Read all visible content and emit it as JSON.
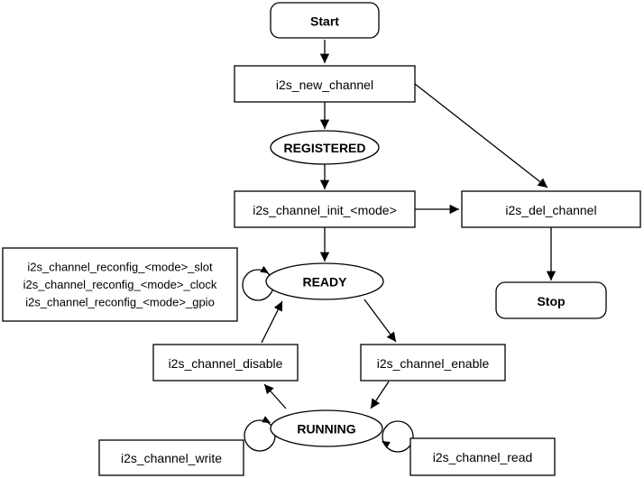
{
  "colors": {
    "state_text": "#0d64ce",
    "line": "#000000",
    "node_fill": "#ffffff"
  },
  "nodes": {
    "start": "Start",
    "new_channel": "i2s_new_channel",
    "registered": "REGISTERED",
    "init": "i2s_channel_init_<mode>",
    "del_channel": "i2s_del_channel",
    "stop": "Stop",
    "reconfig_lines": [
      "i2s_channel_reconfig_<mode>_slot",
      "i2s_channel_reconfig_<mode>_clock",
      "i2s_channel_reconfig_<mode>_gpio"
    ],
    "ready": "READY",
    "disable": "i2s_channel_disable",
    "enable": "i2s_channel_enable",
    "running": "RUNNING",
    "write": "i2s_channel_write",
    "read": "i2s_channel_read"
  }
}
